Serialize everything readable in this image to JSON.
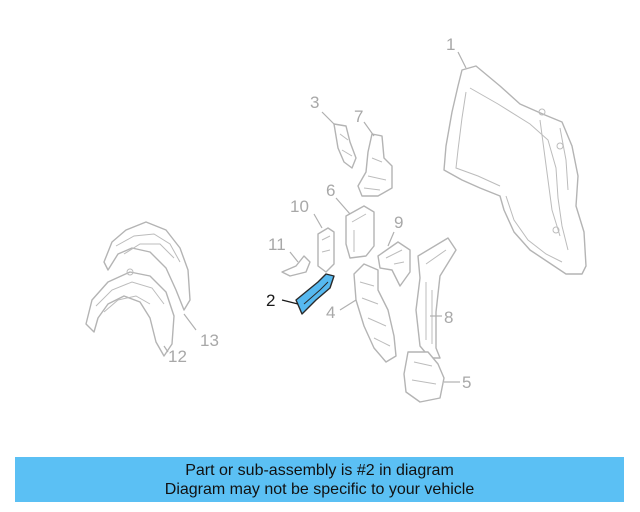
{
  "diagram": {
    "highlight_color": "#56b9f0",
    "callouts": {
      "c1": "1",
      "c2": "2",
      "c3": "3",
      "c4": "4",
      "c5": "5",
      "c6": "6",
      "c7": "7",
      "c8": "8",
      "c9": "9",
      "c10": "10",
      "c11": "11",
      "c12": "12",
      "c13": "13"
    }
  },
  "banner": {
    "line1": "Part or sub-assembly is #2 in diagram",
    "line2": "Diagram may not be specific to your vehicle",
    "color": "#5bc0f4"
  }
}
